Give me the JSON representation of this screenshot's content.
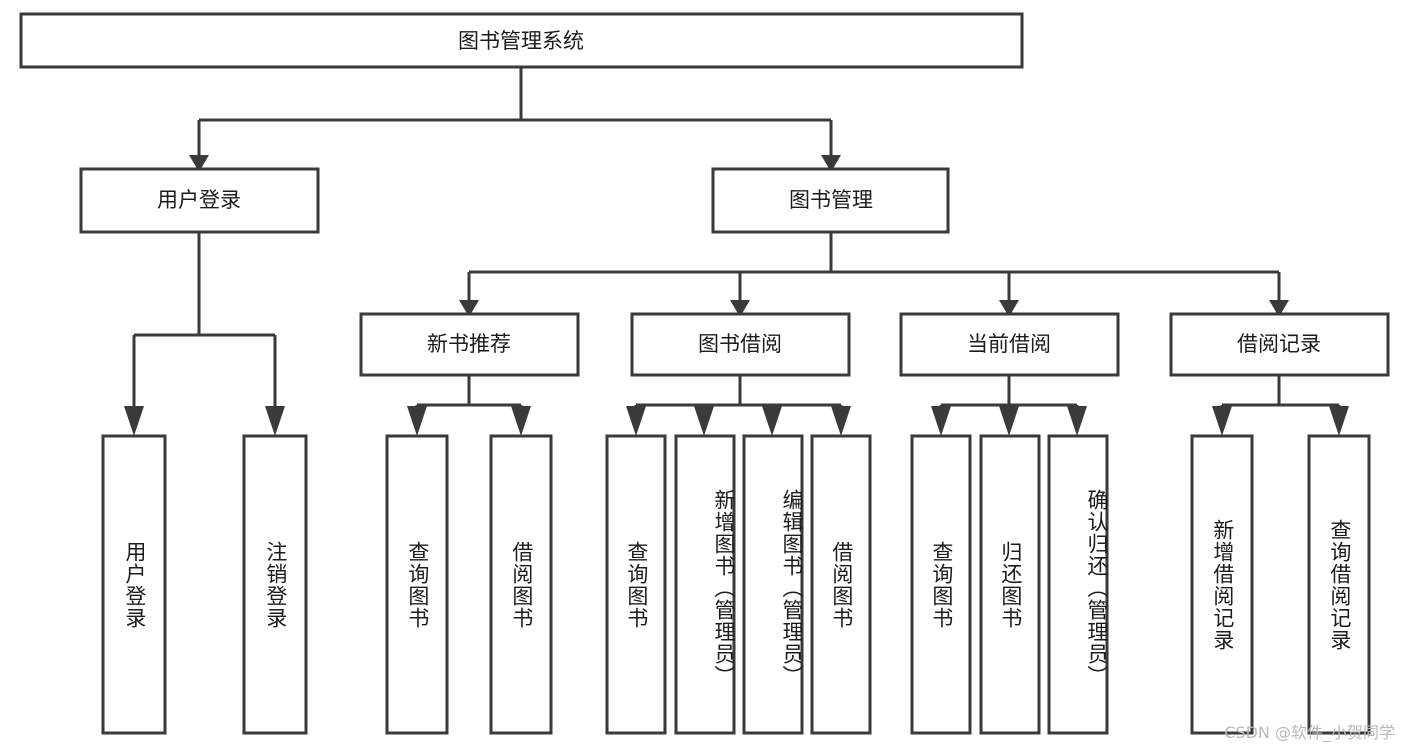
{
  "diagram": {
    "title": "图书管理系统",
    "type": "hierarchy-tree",
    "watermark": "CSDN @软件_小贺同学",
    "colors": {
      "stroke": "#3a3a3a",
      "fill": "#ffffff",
      "text": "#1c1c1c",
      "watermark": "#b9b9b9"
    },
    "root": {
      "label": "图书管理系统"
    },
    "level2": [
      {
        "label": "用户登录"
      },
      {
        "label": "图书管理"
      }
    ],
    "level3": [
      {
        "label": "新书推荐"
      },
      {
        "label": "图书借阅"
      },
      {
        "label": "当前借阅"
      },
      {
        "label": "借阅记录"
      }
    ],
    "leaves": {
      "user_login": [
        {
          "label": "用户登录"
        },
        {
          "label": "注销登录"
        }
      ],
      "new_book_recommend": [
        {
          "label": "查询图书"
        },
        {
          "label": "借阅图书"
        }
      ],
      "book_borrow": [
        {
          "label": "查询图书"
        },
        {
          "label": "新增图书（管理员）"
        },
        {
          "label": "编辑图书（管理员）"
        },
        {
          "label": "借阅图书"
        }
      ],
      "current_borrow": [
        {
          "label": "查询图书"
        },
        {
          "label": "归还图书"
        },
        {
          "label": "确认归还（管理员）"
        }
      ],
      "borrow_record": [
        {
          "label": "新增借阅记录"
        },
        {
          "label": "查询借阅记录"
        }
      ]
    }
  }
}
